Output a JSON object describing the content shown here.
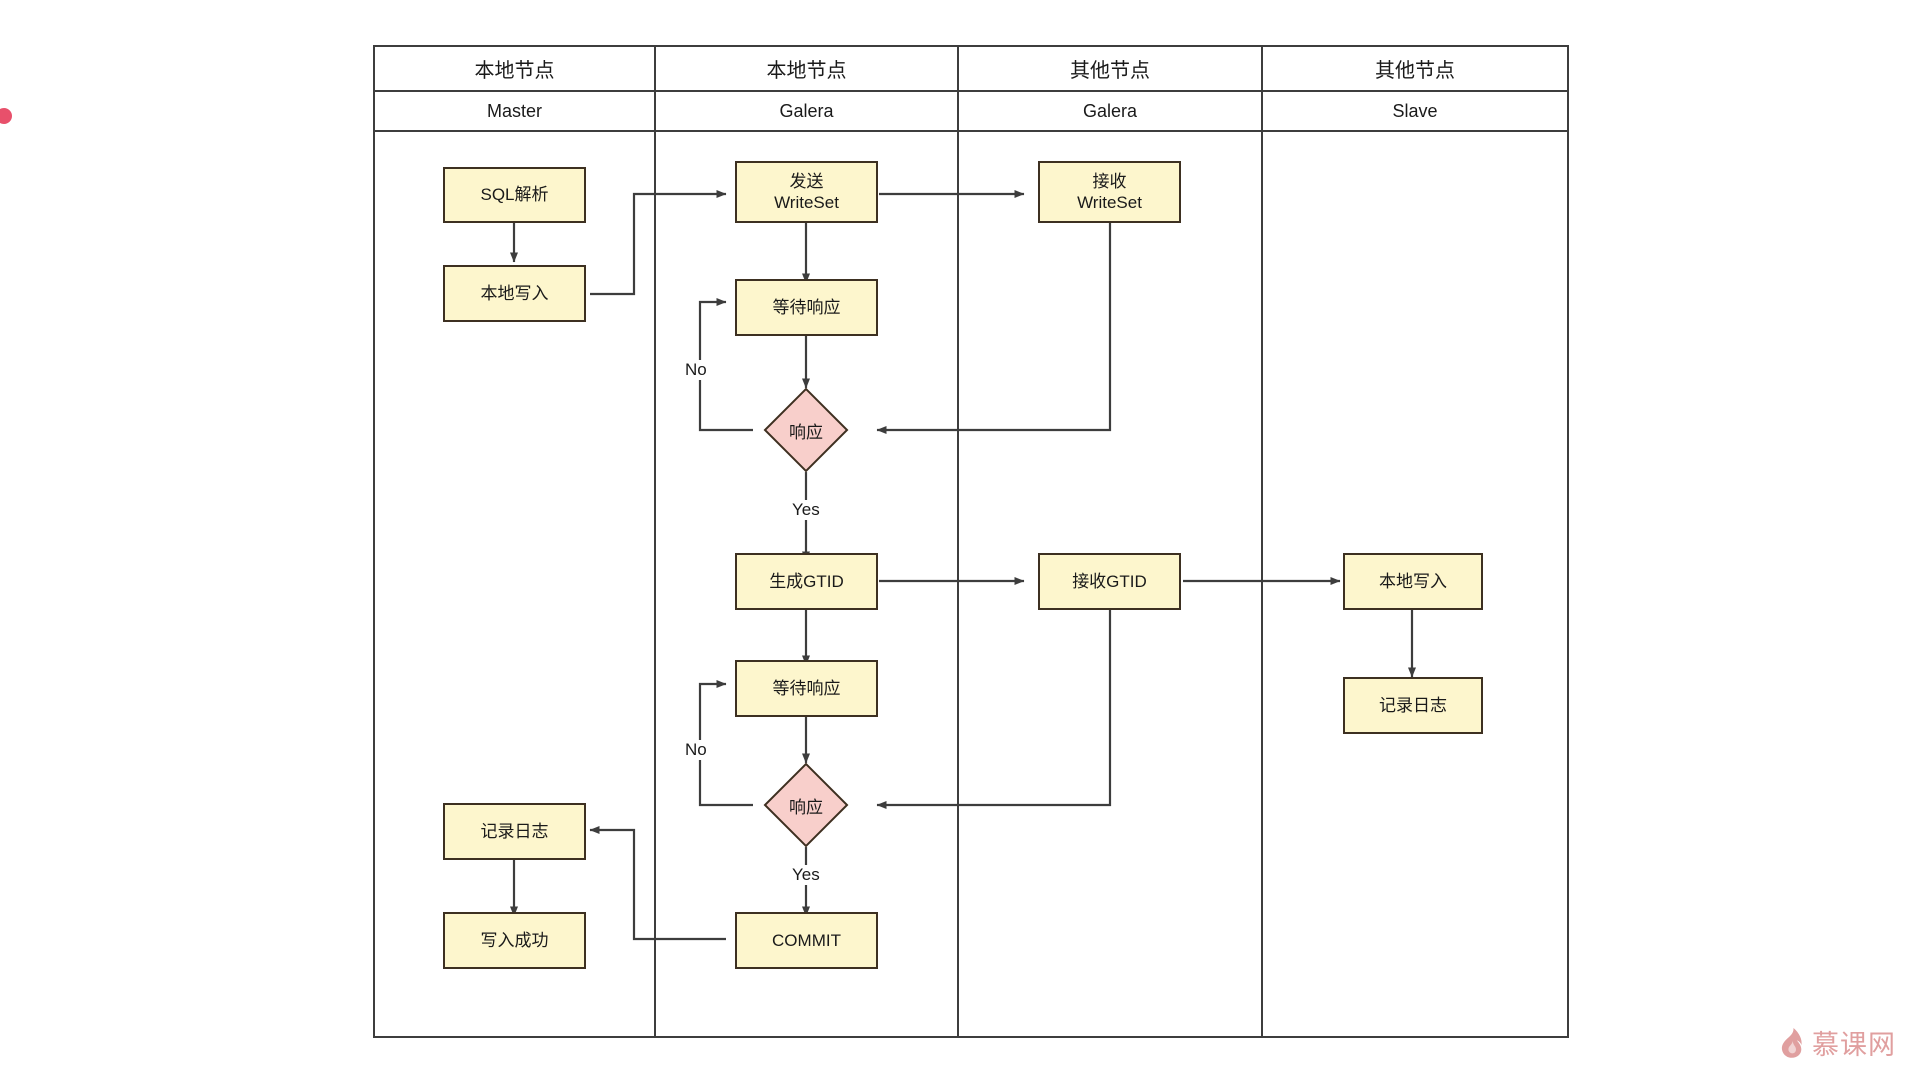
{
  "diagram": {
    "type": "swimlane-flowchart",
    "lanes": [
      {
        "title": "本地节点",
        "subtitle": "Master"
      },
      {
        "title": "本地节点",
        "subtitle": "Galera"
      },
      {
        "title": "其他节点",
        "subtitle": "Galera"
      },
      {
        "title": "其他节点",
        "subtitle": "Slave"
      }
    ],
    "nodes": {
      "sql_parse": "SQL解析",
      "local_write_master": "本地写入",
      "send_writeset": "发送\nWriteSet",
      "recv_writeset": "接收\nWriteSet",
      "wait_response_1": "等待响应",
      "decision_1": "响应",
      "gen_gtid": "生成GTID",
      "recv_gtid": "接收GTID",
      "local_write_slave": "本地写入",
      "wait_response_2": "等待响应",
      "decision_2": "响应",
      "log_slave": "记录日志",
      "log_master": "记录日志",
      "write_success": "写入成功",
      "commit": "COMMIT"
    },
    "edge_labels": {
      "no_1": "No",
      "yes_1": "Yes",
      "no_2": "No",
      "yes_2": "Yes"
    },
    "colors": {
      "node_fill": "#fdf6cd",
      "node_stroke": "#3d3021",
      "decision_fill": "#f8cfcb",
      "lane_stroke": "#3d3d3d",
      "edge_stroke": "#3d3d3d",
      "watermark": "#df9a9a",
      "accent_dot": "#e8506b"
    }
  },
  "watermark": {
    "text": "慕课网",
    "icon": "flame-icon"
  }
}
